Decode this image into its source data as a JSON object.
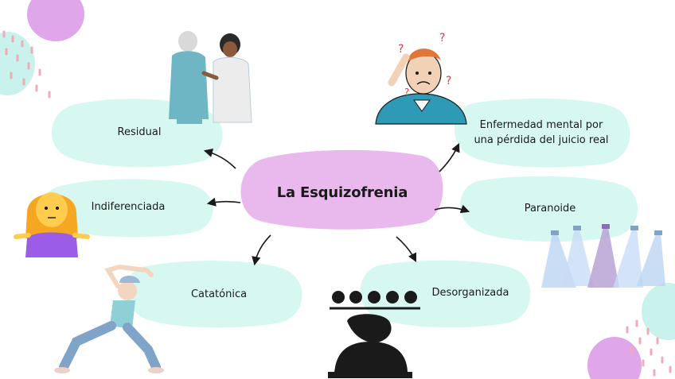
{
  "diagram": {
    "center": {
      "label": "La Esquizofrenia"
    },
    "nodes": [
      {
        "id": "residual",
        "label": "Residual"
      },
      {
        "id": "indiferenciada",
        "label": "Indiferenciada"
      },
      {
        "id": "catatonica",
        "label": "Catatónica"
      },
      {
        "id": "desorganizada",
        "label": "Desorganizada"
      },
      {
        "id": "paranoide",
        "label": "Paranoide"
      },
      {
        "id": "definicion",
        "label_lines": [
          "Enfermedad mental por",
          "una pérdida del juicio real"
        ]
      }
    ]
  },
  "colors": {
    "center_fill": "#e9b8ec",
    "node_fill": "#d7f7f1",
    "decor_pink": "#dfa6ea",
    "decor_mint": "#c9f2ec",
    "arrow": "#1a1a1a"
  },
  "icons": {
    "topleft": "elderly-with-doctor-icon",
    "topright": "confused-man-icon",
    "left": "shrugging-woman-icon",
    "bottomleft": "stretching-man-icon",
    "bottommid": "mood-faces-person-icon",
    "right": "spotlights-icon"
  }
}
